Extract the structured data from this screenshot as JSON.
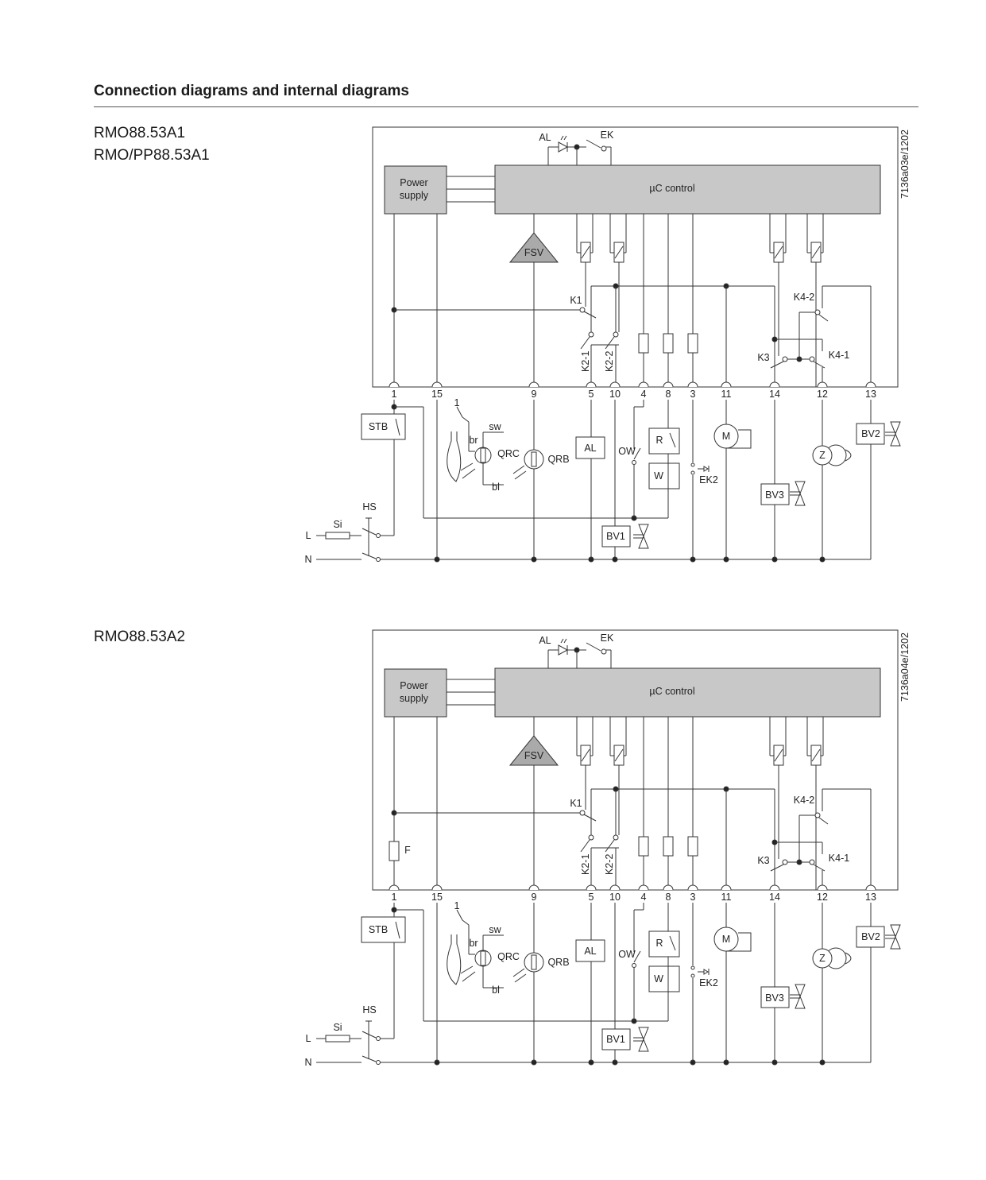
{
  "page": {
    "title": "Connection diagrams and internal diagrams"
  },
  "diagrams": [
    {
      "models": [
        "RMO88.53A1",
        "RMO/PP88.53A1"
      ],
      "code": "7136a03e/1202",
      "terminals": [
        "1",
        "15",
        "9",
        "5",
        "10",
        "4",
        "8",
        "3",
        "11",
        "14",
        "12",
        "13"
      ],
      "labels": {
        "power": "Power",
        "supply": "supply",
        "uc": "µC control",
        "fsv": "FSV",
        "al": "AL",
        "ek": "EK",
        "k1": "K1",
        "k21": "K2-1",
        "k22": "K2-2",
        "k3": "K3",
        "k41": "K4-1",
        "k42": "K4-2",
        "stb": "STB",
        "one": "1",
        "br": "br",
        "sw": "sw",
        "bl": "bl",
        "qrc": "QRC",
        "qrb": "QRB",
        "al_ext": "AL",
        "ow": "OW",
        "r": "R",
        "w": "W",
        "ek2": "EK2",
        "m": "M",
        "z": "Z",
        "bv1": "BV1",
        "bv2": "BV2",
        "bv3": "BV3",
        "hs": "HS",
        "si": "Si",
        "l": "L",
        "n": "N"
      }
    },
    {
      "models": [
        "RMO88.53A2"
      ],
      "code": "7136a04e/1202",
      "terminals": [
        "1",
        "15",
        "9",
        "5",
        "10",
        "4",
        "8",
        "3",
        "11",
        "14",
        "12",
        "13"
      ],
      "labels": {
        "power": "Power",
        "supply": "supply",
        "uc": "µC control",
        "fsv": "FSV",
        "al": "AL",
        "ek": "EK",
        "k1": "K1",
        "k21": "K2-1",
        "k22": "K2-2",
        "k3": "K3",
        "k41": "K4-1",
        "k42": "K4-2",
        "f": "F",
        "stb": "STB",
        "one": "1",
        "br": "br",
        "sw": "sw",
        "bl": "bl",
        "qrc": "QRC",
        "qrb": "QRB",
        "al_ext": "AL",
        "ow": "OW",
        "r": "R",
        "w": "W",
        "ek2": "EK2",
        "m": "M",
        "z": "Z",
        "bv1": "BV1",
        "bv2": "BV2",
        "bv3": "BV3",
        "hs": "HS",
        "si": "Si",
        "l": "L",
        "n": "N"
      }
    }
  ],
  "colors": {
    "block_fill": "#c8c8c8",
    "fsv_fill": "#aaaaaa",
    "line": "#333333"
  }
}
